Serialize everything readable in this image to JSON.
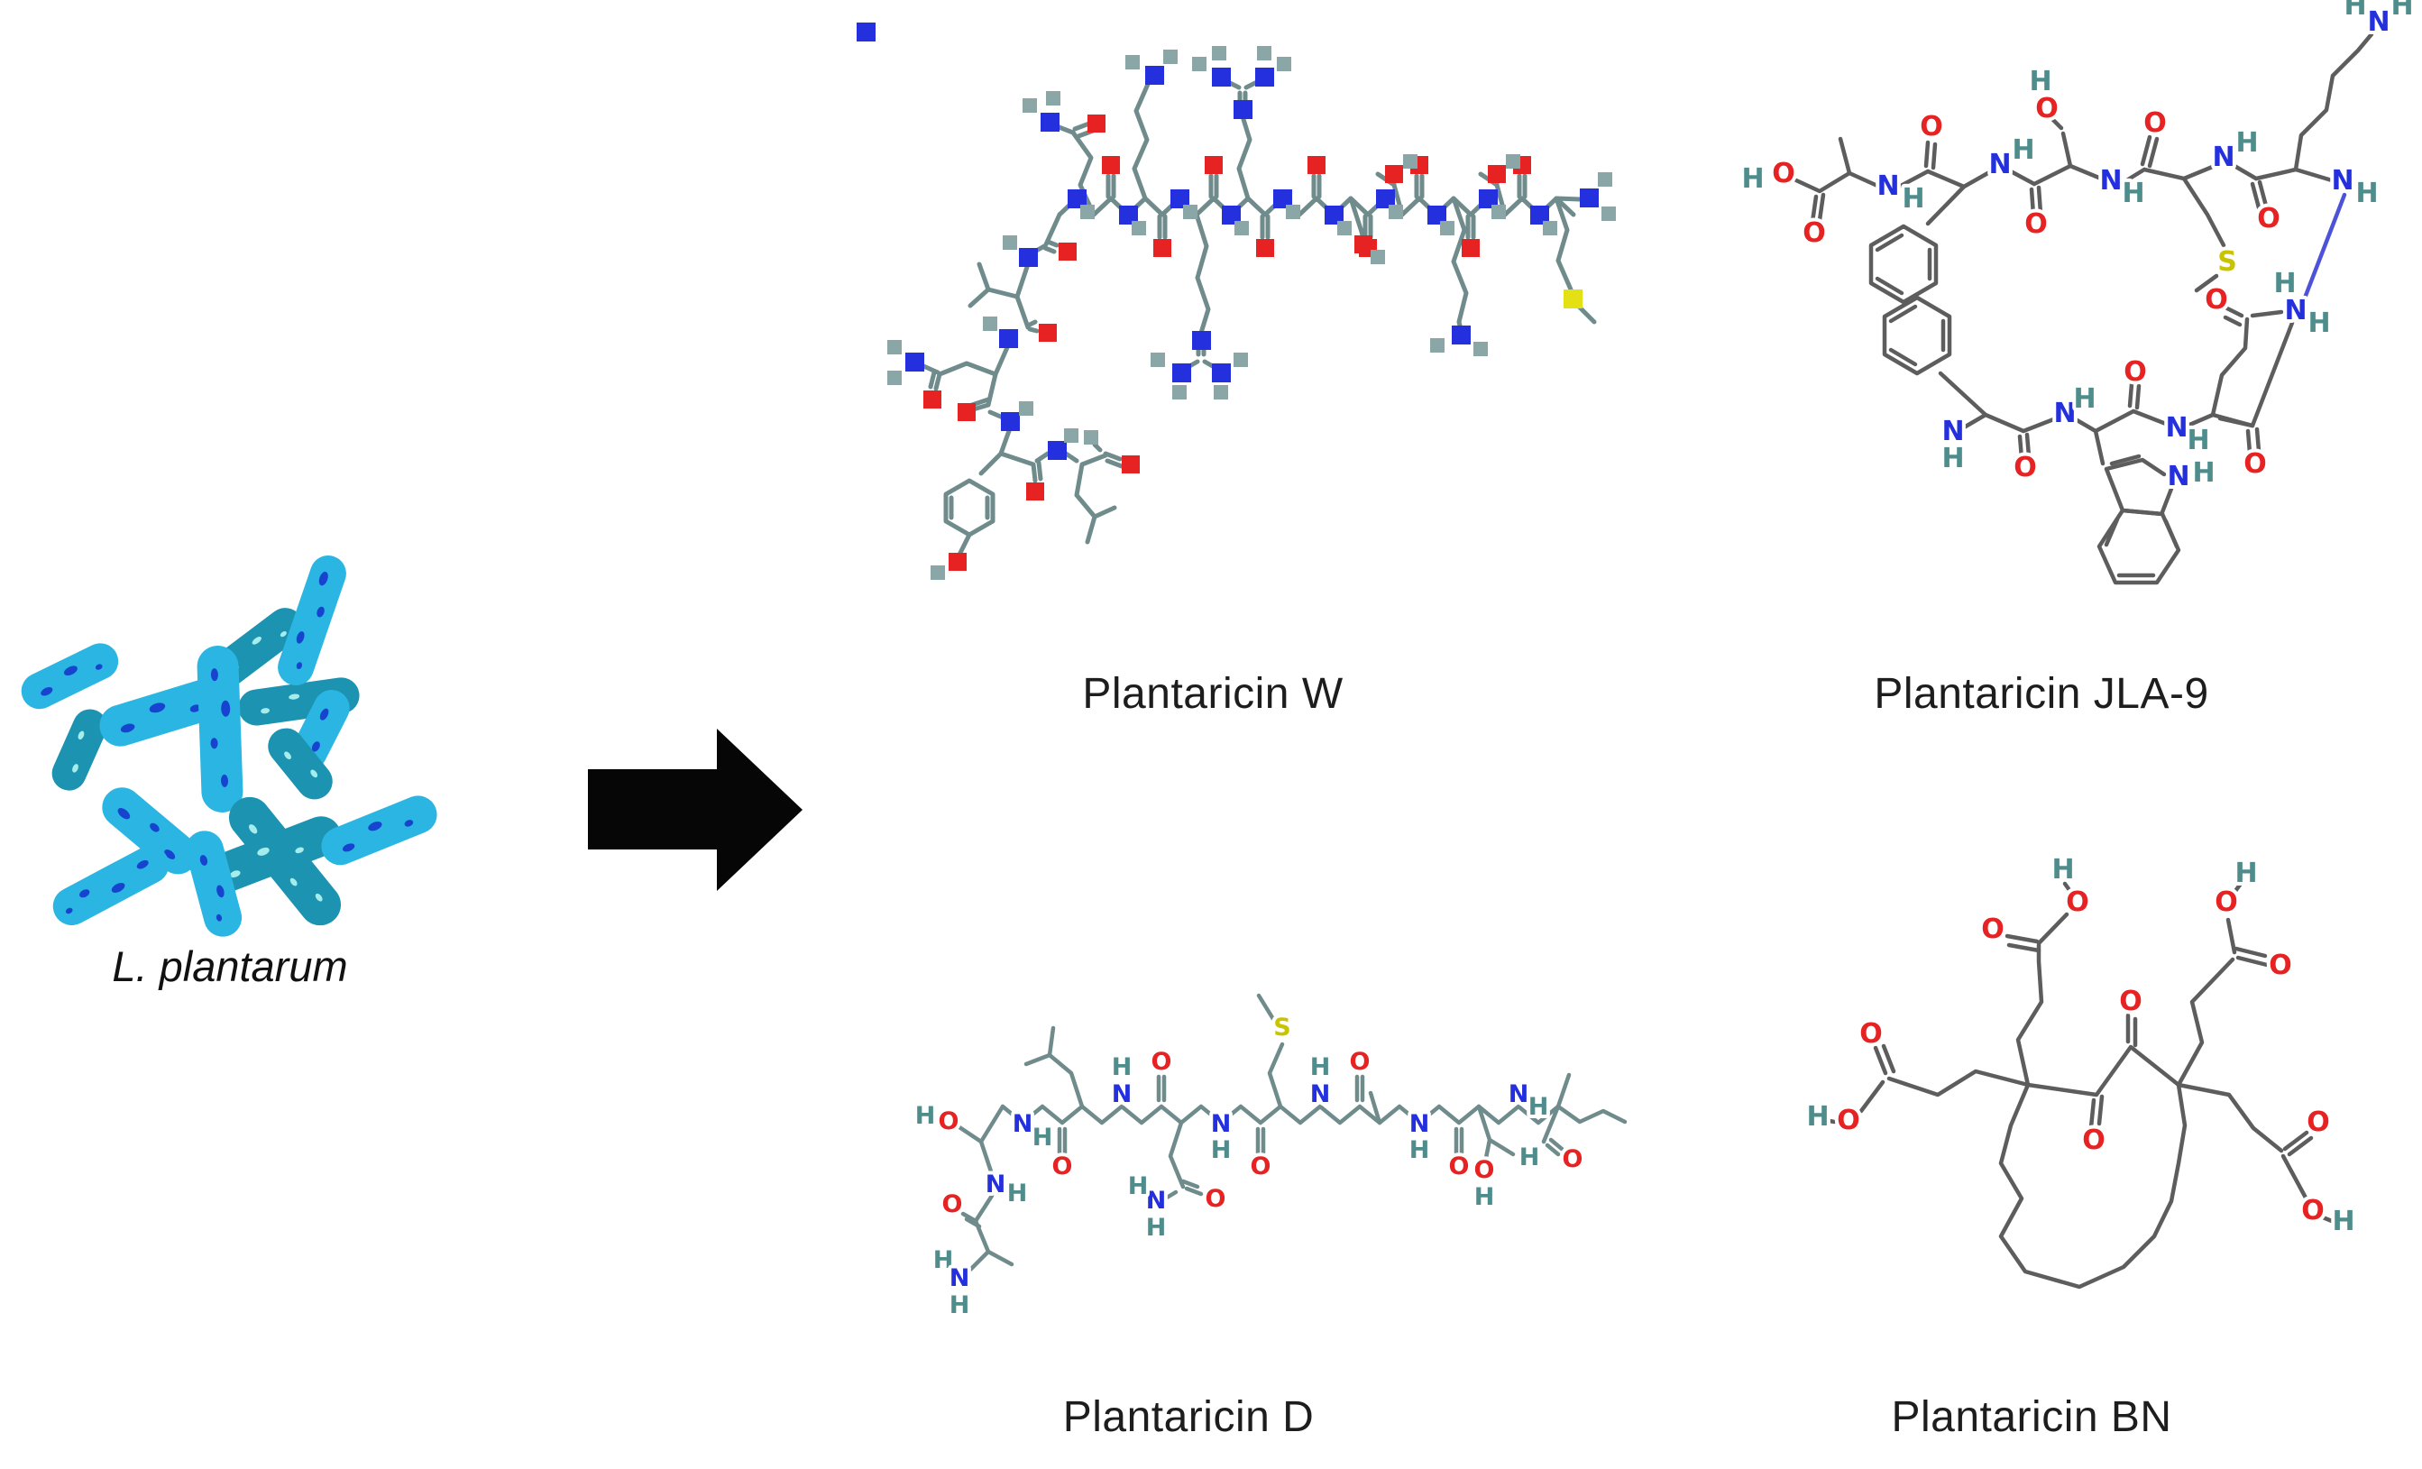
{
  "organism": {
    "label": "L. plantarum"
  },
  "compounds": {
    "w": {
      "label": "Plantaricin W"
    },
    "jla9": {
      "label": "Plantaricin JLA-9"
    },
    "d": {
      "label": "Plantaricin D"
    },
    "bn": {
      "label": "Plantaricin BN"
    }
  },
  "atoms": {
    "N": "N",
    "O": "O",
    "S": "S",
    "H": "H"
  },
  "arrow": {
    "direction": "right"
  },
  "colors": {
    "bacteria-light": "#2ab5e2",
    "bacteria-dark": "#1b93b1",
    "spot-blue": "#1744cf",
    "spot-pale": "#a5ecec",
    "arrow": "#060606",
    "atom-n": "#2430dd",
    "atom-o": "#e62222",
    "atom-s": "#e3e013",
    "atom-s-letter": "#c9c400",
    "atom-h-square": "#8aa6a6",
    "atom-h-letter": "#4f8d8d",
    "bond-slate": "#6f8b8b",
    "bond-gray": "#5d5d5d",
    "macrocycle-blue": "#4d53d8",
    "label": "#1d1d1d"
  }
}
